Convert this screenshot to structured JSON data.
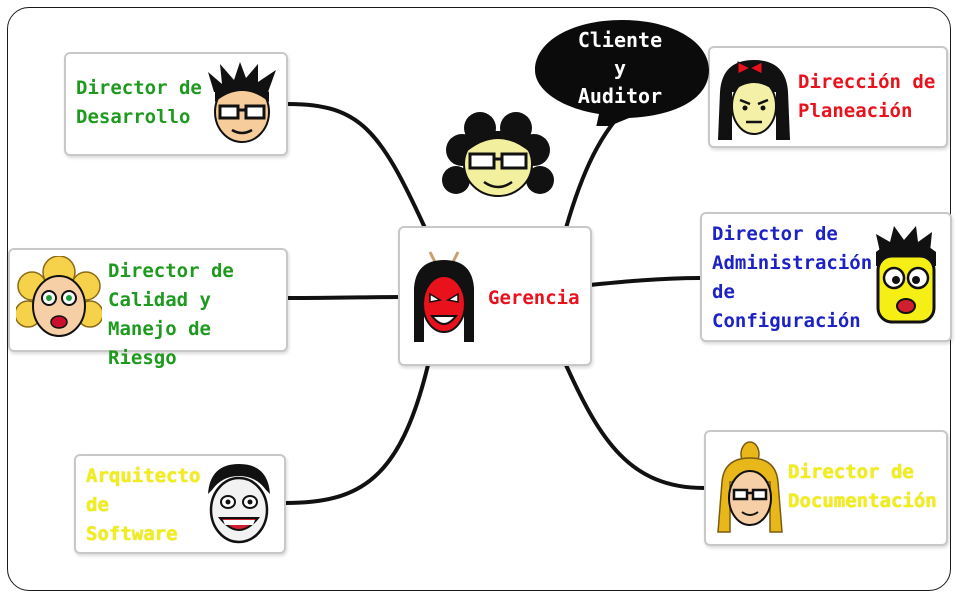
{
  "colors": {
    "green": "#1e9a1e",
    "red": "#e8111c",
    "blue": "#1c22c4",
    "yellow": "#f2ee1a",
    "connector": "#111111"
  },
  "center": {
    "label": "Gerencia",
    "icon": "devil-face-icon"
  },
  "speech_bubble": {
    "text": "Cliente\ny\nAuditor",
    "icon": "curly-hair-glasses-face-icon"
  },
  "nodes": [
    {
      "id": "director-desarrollo",
      "label": "Director de\nDesarrollo",
      "color": "green",
      "icon": "spiky-hair-glasses-face-icon"
    },
    {
      "id": "director-calidad",
      "label": "Director de\nCalidad y\nManejo de Riesgo",
      "color": "green",
      "icon": "blonde-curly-face-icon"
    },
    {
      "id": "arquitecto-software",
      "label": "Arquitecto\nde\nSoftware",
      "color": "yellow",
      "icon": "grinning-face-icon"
    },
    {
      "id": "direccion-planeacion",
      "label": "Dirección de\nPlaneación",
      "color": "red",
      "icon": "bow-hair-face-icon"
    },
    {
      "id": "director-configuracion",
      "label": "Director de\nAdministración\nde\nConfiguración",
      "color": "blue",
      "icon": "yellow-face-icon"
    },
    {
      "id": "director-documentacion",
      "label": "Director de\nDocumentación",
      "color": "yellow",
      "icon": "ponytail-glasses-face-icon"
    }
  ]
}
